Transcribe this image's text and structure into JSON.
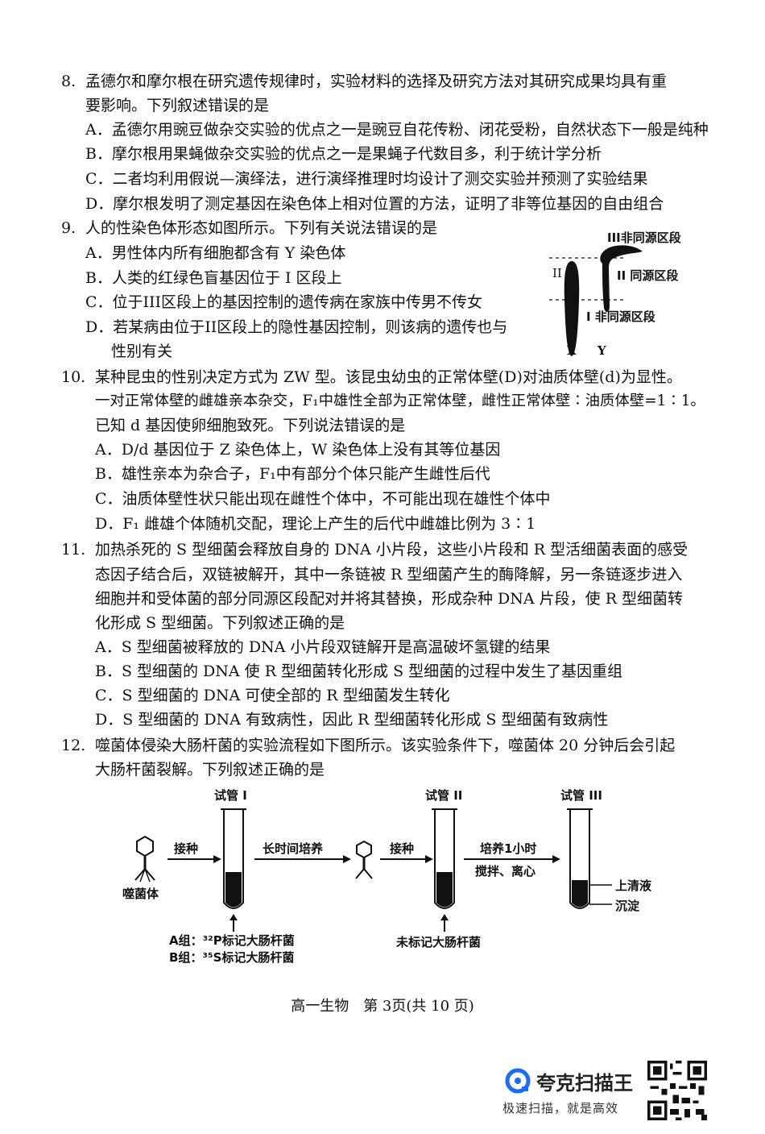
{
  "q8": {
    "num": "8.",
    "stem1": "孟德尔和摩尔根在研究遗传规律时，实验材料的选择及研究方法对其研究成果均具有重",
    "stem2": "要影响。下列叙述错误的是",
    "A": "A．孟德尔用豌豆做杂交实验的优点之一是豌豆自花传粉、闭花受粉，自然状态下一般是纯种",
    "B": "B．摩尔根用果蝇做杂交实验的优点之一是果蝇子代数目多，利于统计学分析",
    "C": "C．二者均利用假说—演绎法，进行演绎推理时均设计了测交实验并预测了实验结果",
    "D": "D．摩尔根发明了测定基因在染色体上相对位置的方法，证明了非等位基因的自由组合"
  },
  "q9": {
    "num": "9.",
    "stem": "人的性染色体形态如图所示。下列有关说法错误的是",
    "A": "A．男性体内所有细胞都含有 Y 染色体",
    "B": "B．人类的红绿色盲基因位于 I 区段上",
    "C": "C．位于III区段上的基因控制的遗传病在家族中传男不传女",
    "D1": "D．若某病由位于II区段上的隐性基因控制，则该病的遗传也与",
    "D2": "性别有关",
    "fig": {
      "label_III": "III非同源区段",
      "label_II_left": "II",
      "label_II": "II 同源区段",
      "label_I": "I 非同源区段",
      "x": "X",
      "y": "Y"
    }
  },
  "q10": {
    "num": "10.",
    "stem1": "某种昆虫的性别决定方式为 ZW 型。该昆虫幼虫的正常体壁(D)对油质体壁(d)为显性。",
    "stem2": "一对正常体壁的雌雄亲本杂交，F₁中雄性全部为正常体壁，雌性正常体壁∶油质体壁=1∶1。",
    "stem3": "已知 d 基因使卵细胞致死。下列说法错误的是",
    "A": "A．D/d 基因位于 Z 染色体上，W 染色体上没有其等位基因",
    "B": "B．雄性亲本为杂合子，F₁中有部分个体只能产生雌性后代",
    "C": "C．油质体壁性状只能出现在雌性个体中，不可能出现在雄性个体中",
    "D": "D．F₁ 雌雄个体随机交配，理论上产生的后代中雌雄比例为 3∶1"
  },
  "q11": {
    "num": "11.",
    "stem1": "加热杀死的 S 型细菌会释放自身的 DNA 小片段，这些小片段和 R 型活细菌表面的感受",
    "stem2": "态因子结合后，双链被解开，其中一条链被 R 型细菌产生的酶降解，另一条链逐步进入",
    "stem3": "细胞并和受体菌的部分同源区段配对并将其替换，形成杂种 DNA 片段，使 R 型细菌转",
    "stem4": "化形成 S 型细菌。下列叙述正确的是",
    "A": "A．S 型细菌被释放的 DNA 小片段双链解开是高温破坏氢键的结果",
    "B": "B．S 型细菌的 DNA 使 R 型细菌转化形成 S 型细菌的过程中发生了基因重组",
    "C": "C．S 型细菌的 DNA 可使全部的 R 型细菌发生转化",
    "D": "D．S 型细菌的 DNA 有致病性，因此 R 型细菌转化形成 S 型细菌有致病性"
  },
  "q12": {
    "num": "12.",
    "stem1": "噬菌体侵染大肠杆菌的实验流程如下图所示。该实验条件下，噬菌体 20 分钟后会引起",
    "stem2": "大肠杆菌裂解。下列叙述正确的是",
    "fig": {
      "tube1": "试管 I",
      "tube2": "试管 II",
      "tube3": "试管 III",
      "phage": "噬菌体",
      "inoculate1": "接种",
      "culture_long": "长时间培养",
      "inoculate2": "接种",
      "culture1h": "培养1小时",
      "stir": "搅拌、离心",
      "supernatant": "上清液",
      "precipitate": "沉淀",
      "groupA": "A组：³²P标记大肠杆菌",
      "groupB": "B组：³⁵S标记大肠杆菌",
      "unlabeled": "未标记大肠杆菌"
    }
  },
  "footer": "高一生物　第 3页(共 10 页)",
  "watermark": {
    "name": "夸克扫描王",
    "slogan": "极速扫描，就是高效"
  },
  "colors": {
    "ink": "#111111",
    "brand": "#1a6cff"
  }
}
